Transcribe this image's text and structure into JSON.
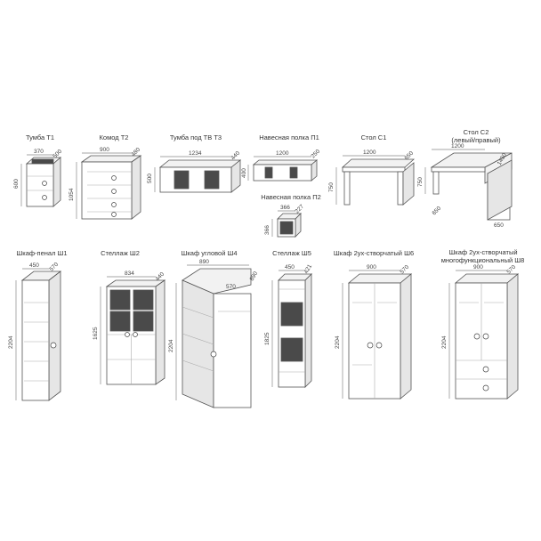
{
  "items": [
    {
      "id": "t1",
      "title": "Тумба Т1",
      "dims": [
        "370",
        "500",
        "600"
      ]
    },
    {
      "id": "t2",
      "title": "Комод Т2",
      "dims": [
        "900",
        "480",
        "1054"
      ]
    },
    {
      "id": "t3",
      "title": "Тумба под ТВ Т3",
      "dims": [
        "1234",
        "440",
        "500"
      ]
    },
    {
      "id": "p1",
      "title": "Навесная полка П1",
      "dims": [
        "1200",
        "250",
        "400"
      ]
    },
    {
      "id": "p2",
      "title": "Навесная полка П2",
      "dims": [
        "366",
        "227",
        "366"
      ]
    },
    {
      "id": "c1",
      "title": "Стол С1",
      "dims": [
        "1200",
        "650",
        "750"
      ]
    },
    {
      "id": "c2",
      "title": "Стол С2",
      "subtitle": "(левый/правый)",
      "dims": [
        "1200",
        "1450",
        "750",
        "650",
        "650"
      ]
    },
    {
      "id": "sh1",
      "title": "Шкаф-пенал Ш1",
      "dims": [
        "450",
        "570",
        "2204"
      ]
    },
    {
      "id": "sh2",
      "title": "Стеллаж Ш2",
      "dims": [
        "834",
        "440",
        "1625"
      ]
    },
    {
      "id": "sh4",
      "title": "Шкаф угловой Ш4",
      "dims": [
        "890",
        "570",
        "890",
        "2204"
      ]
    },
    {
      "id": "sh5",
      "title": "Стеллаж Ш5",
      "dims": [
        "450",
        "421",
        "1825"
      ]
    },
    {
      "id": "sh6",
      "title": "Шкаф 2ух-створчатый Ш6",
      "dims": [
        "900",
        "570",
        "2204"
      ]
    },
    {
      "id": "sh8",
      "title": "Шкаф 2ух-створчатый",
      "title2": "многофункциональный Ш8",
      "dims": [
        "900",
        "570",
        "2204"
      ]
    }
  ]
}
